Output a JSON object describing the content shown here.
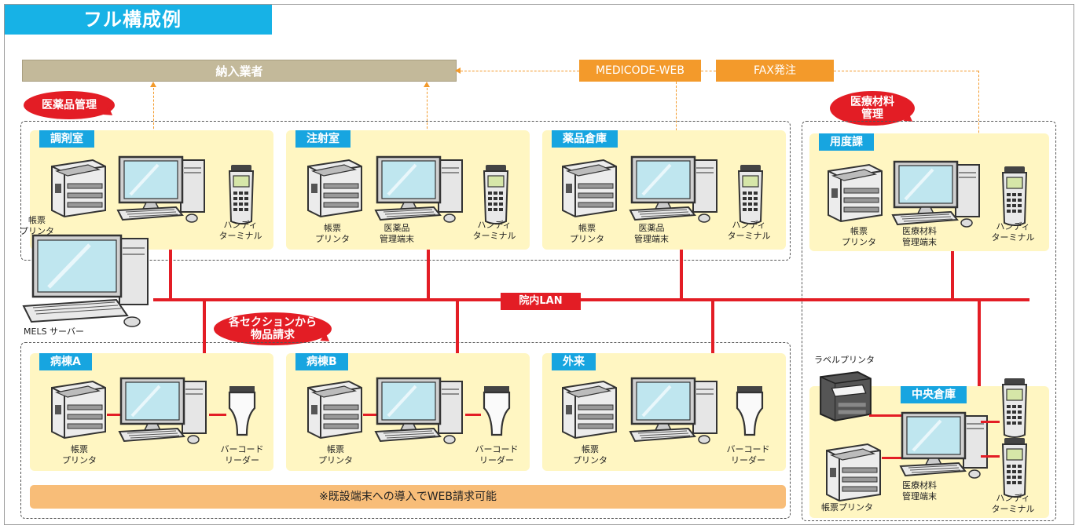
{
  "title": "フル構成例",
  "supplier": "納入業者",
  "medicode": "MEDICODE-WEB",
  "fax": "FAX発注",
  "bubbles": {
    "drug_mgmt": "医薬品管理",
    "material_mgmt_1": "医療材料",
    "material_mgmt_2": "管理",
    "section_req_1": "各セクションから",
    "section_req_2": "物品請求"
  },
  "lan_label": "院内LAN",
  "server_label": "MELS サーバー",
  "label_printer": "ラベルプリンタ",
  "note": "※既設端末への導入でWEB請求可能",
  "rooms": {
    "chozai": "調剤室",
    "chusha": "注射室",
    "yakuhin": "薬品倉庫",
    "yodo": "用度課",
    "byotoA": "病棟A",
    "byotoB": "病棟B",
    "gairai": "外来",
    "chuo": "中央倉庫"
  },
  "captions": {
    "printer_1": "帳票",
    "printer_2": "プリンタ",
    "handy_1": "ハンディ",
    "handy_2": "ターミナル",
    "drug_term_1": "医薬品",
    "drug_term_2": "管理端末",
    "mat_term_1": "医療材料",
    "mat_term_2": "管理端末",
    "barcode_1": "バーコード",
    "barcode_2": "リーダー",
    "printer_single": "帳票プリンタ"
  },
  "colors": {
    "title_bg": "#17b2e6",
    "room_label": "#17a5e0",
    "room_bg": "#fff6c2",
    "lan": "#e31d25",
    "orange": "#f39a2b",
    "supplier_bg": "#c3b99a",
    "note_bg": "#f8bd78"
  },
  "icons": [
    "printer-icon",
    "monitor-icon",
    "tower-icon",
    "keyboard-icon",
    "handy-terminal-icon",
    "barcode-reader-icon",
    "laptop-icon",
    "laser-printer-icon"
  ]
}
